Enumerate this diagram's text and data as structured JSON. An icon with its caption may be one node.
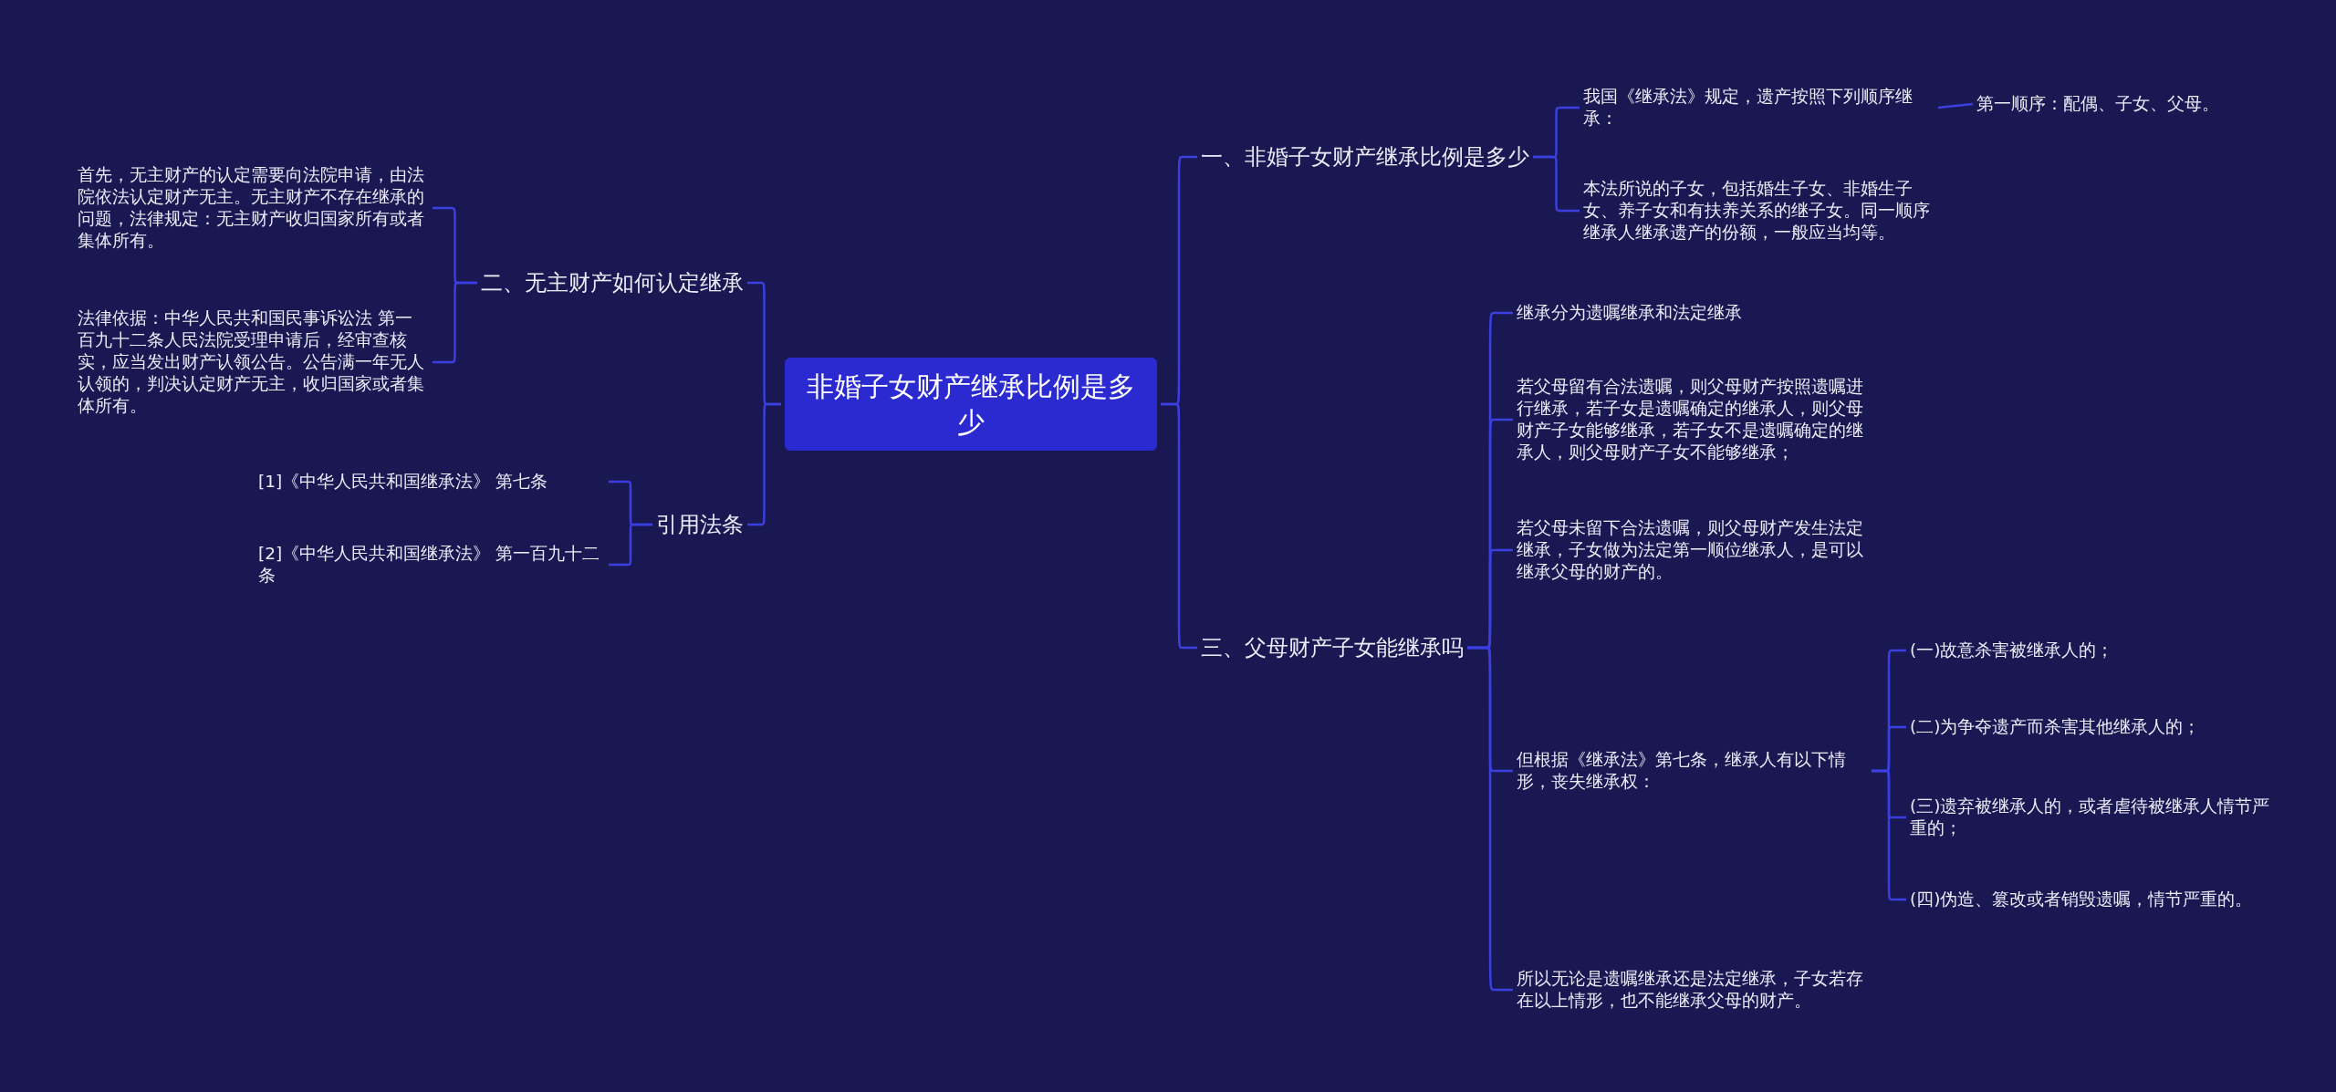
{
  "diagram": {
    "nodes": [
      {
        "text": [
          "非婚子女财产继承比例是多少"
        ]
      },
      {
        "text": [
          "一、非婚子女财产继承比例是多少"
        ]
      },
      {
        "text": [
          "我国《继承法》规定，遗产按照下列顺序继承："
        ]
      },
      {
        "text": [
          "第一顺序：配偶、子女、父母。"
        ]
      },
      {
        "text": [
          "本法所说的子女，包括婚生子女、非婚生子女、养子女和有扶养关系的继子女。同一顺序继承人继承遗产的份额，一般应当均等。"
        ]
      },
      {
        "text": [
          "二、无主财产如何认定继承"
        ]
      },
      {
        "text": [
          "首先，无主财产的认定需要向法院申请，由法院依法认定财产无主。无主财产不存在继承的问题，法律规定：无主财产收归国家所有或者集体所有。"
        ]
      },
      {
        "text": [
          "法律依据：中华人民共和国民事诉讼法 第一百九十二条人民法院受理申请后，经审查核实，应当发出财产认领公告。公告满一年无人认领的，判决认定财产无主，收归国家或者集体所有。"
        ]
      },
      {
        "text": [
          "引用法条"
        ]
      },
      {
        "text": [
          "[1]《中华人民共和国继承法》 第七条"
        ]
      },
      {
        "text": [
          "[2]《中华人民共和国继承法》 第一百九十二条"
        ]
      },
      {
        "text": [
          "三、父母财产子女能继承吗"
        ]
      },
      {
        "text": [
          "继承分为遗嘱继承和法定继承"
        ]
      },
      {
        "text": [
          "若父母留有合法遗嘱，则父母财产按照遗嘱进行继承，若子女是遗嘱确定的继承人，则父母财产子女能够继承，若子女不是遗嘱确定的继承人，则父母财产子女不能够继承；"
        ]
      },
      {
        "text": [
          "若父母未留下合法遗嘱，则父母财产发生法定继承，子女做为法定第一顺位继承人，是可以继承父母的财产的。"
        ]
      },
      {
        "text": [
          "但根据《继承法》第七条，继承人有以下情形，丧失继承权："
        ]
      },
      {
        "text": [
          "(一)故意杀害被继承人的；"
        ]
      },
      {
        "text": [
          "(二)为争夺遗产而杀害其他继承人的；"
        ]
      },
      {
        "text": [
          "(三)遗弃被继承人的，或者虐待被继承人情节严重的；"
        ]
      },
      {
        "text": [
          "(四)伪造、篡改或者销毁遗嘱，情节严重的。"
        ]
      },
      {
        "text": [
          "所以无论是遗嘱继承还是法定继承，子女若存在以上情形，也不能继承父母的财产。"
        ]
      }
    ],
    "edges": [
      {
        "from": 0,
        "to": 1,
        "arrow": "none"
      },
      {
        "from": 1,
        "to": 2,
        "arrow": "none"
      },
      {
        "from": 2,
        "to": 3,
        "arrow": "none"
      },
      {
        "from": 1,
        "to": 4,
        "arrow": "none"
      },
      {
        "from": 0,
        "to": 5,
        "arrow": "none"
      },
      {
        "from": 5,
        "to": 6,
        "arrow": "none"
      },
      {
        "from": 5,
        "to": 7,
        "arrow": "none"
      },
      {
        "from": 0,
        "to": 8,
        "arrow": "none"
      },
      {
        "from": 8,
        "to": 9,
        "arrow": "none"
      },
      {
        "from": 8,
        "to": 10,
        "arrow": "none"
      },
      {
        "from": 0,
        "to": 11,
        "arrow": "none"
      },
      {
        "from": 11,
        "to": 12,
        "arrow": "none"
      },
      {
        "from": 11,
        "to": 13,
        "arrow": "none"
      },
      {
        "from": 11,
        "to": 14,
        "arrow": "none"
      },
      {
        "from": 11,
        "to": 15,
        "arrow": "none"
      },
      {
        "from": 15,
        "to": 16,
        "arrow": "none"
      },
      {
        "from": 15,
        "to": 17,
        "arrow": "none"
      },
      {
        "from": 15,
        "to": 18,
        "arrow": "none"
      },
      {
        "from": 15,
        "to": 19,
        "arrow": "none"
      },
      {
        "from": 11,
        "to": 20,
        "arrow": "none"
      }
    ]
  }
}
